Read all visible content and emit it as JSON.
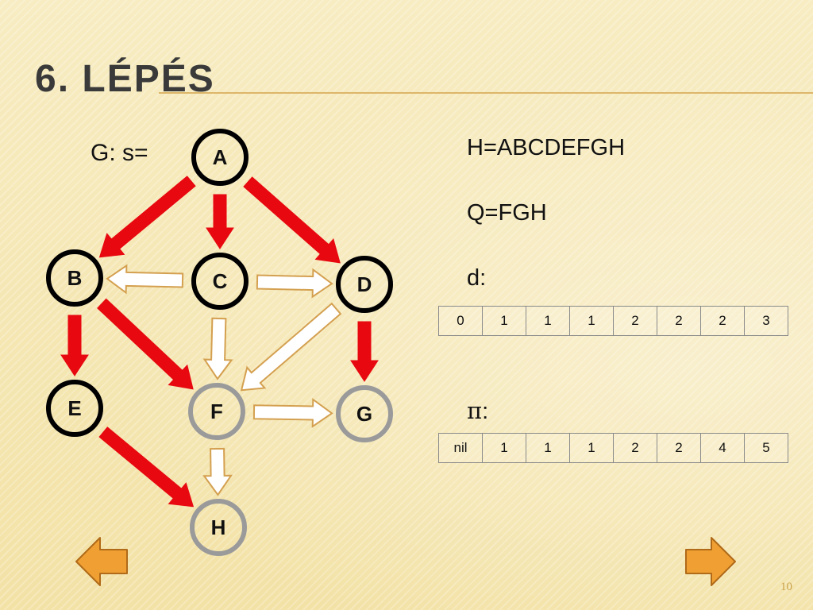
{
  "slide": {
    "title": "6. LÉPÉS",
    "source_label": "G: s=",
    "h_line": "H=ABCDEFGH",
    "q_line": "Q=FGH",
    "d_label": "d:",
    "pi_symbol": "π",
    "pi_colon": ":",
    "page_number": "10"
  },
  "d_values": [
    "0",
    "1",
    "1",
    "1",
    "2",
    "2",
    "2",
    "3"
  ],
  "pi_values": [
    "nil",
    "1",
    "1",
    "1",
    "2",
    "2",
    "4",
    "5"
  ],
  "graph": {
    "nodes": [
      {
        "id": "A",
        "label": "A",
        "state": "black"
      },
      {
        "id": "B",
        "label": "B",
        "state": "black"
      },
      {
        "id": "C",
        "label": "C",
        "state": "black"
      },
      {
        "id": "D",
        "label": "D",
        "state": "black"
      },
      {
        "id": "E",
        "label": "E",
        "state": "black"
      },
      {
        "id": "F",
        "label": "F",
        "state": "gray"
      },
      {
        "id": "G",
        "label": "G",
        "state": "gray"
      },
      {
        "id": "H",
        "label": "H",
        "state": "gray"
      }
    ],
    "edges": [
      {
        "from": "A",
        "to": "B",
        "style": "tree"
      },
      {
        "from": "A",
        "to": "C",
        "style": "tree"
      },
      {
        "from": "A",
        "to": "D",
        "style": "tree"
      },
      {
        "from": "C",
        "to": "B",
        "style": "plain"
      },
      {
        "from": "C",
        "to": "D",
        "style": "plain"
      },
      {
        "from": "B",
        "to": "E",
        "style": "tree"
      },
      {
        "from": "B",
        "to": "F",
        "style": "tree"
      },
      {
        "from": "C",
        "to": "F",
        "style": "plain"
      },
      {
        "from": "D",
        "to": "F",
        "style": "plain"
      },
      {
        "from": "D",
        "to": "G",
        "style": "tree"
      },
      {
        "from": "F",
        "to": "G",
        "style": "plain"
      },
      {
        "from": "E",
        "to": "H",
        "style": "tree"
      },
      {
        "from": "F",
        "to": "H",
        "style": "plain"
      }
    ]
  },
  "colors": {
    "tree_edge": "#e8080f",
    "plain_edge_fill": "#ffffff",
    "plain_edge_stroke": "#d4a050",
    "black_node": "#000000",
    "gray_node": "#9a9a9a",
    "nav_fill": "#f0a033",
    "nav_stroke": "#b06a18"
  },
  "nav": {
    "prev_icon": "arrow-left-icon",
    "next_icon": "arrow-right-icon"
  }
}
